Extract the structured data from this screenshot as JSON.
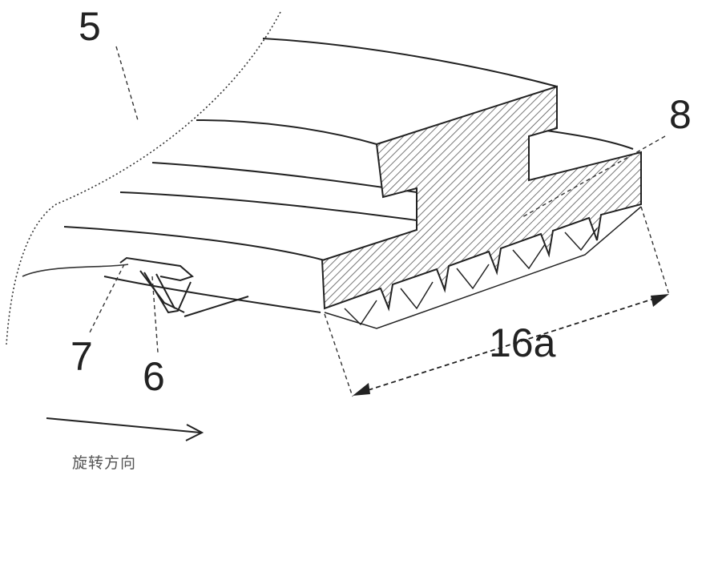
{
  "labels": {
    "ref_5": "5",
    "ref_8": "8",
    "ref_7": "7",
    "ref_6": "6",
    "ref_16a": "16a",
    "rotation_direction": "旋转方向"
  },
  "colors": {
    "ink": "#222222",
    "hatch": "#555555",
    "background": "#ffffff"
  }
}
